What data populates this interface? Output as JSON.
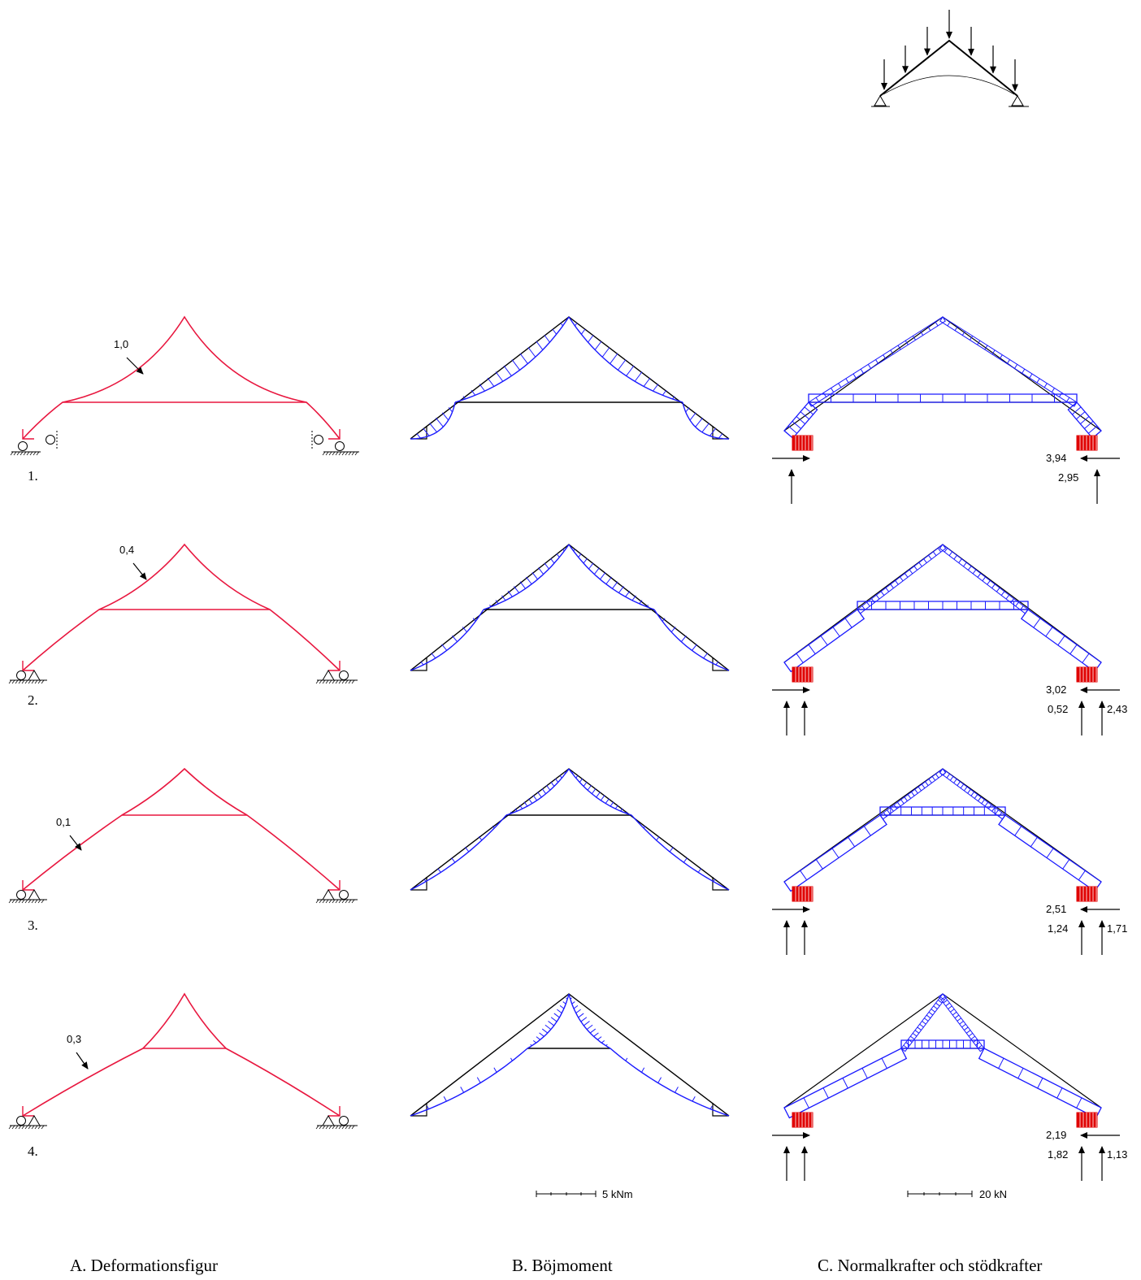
{
  "captions": {
    "a": "A. Deformationsfigur",
    "b": "B. Böjmoment",
    "c": "C. Normalkrafter och stödkrafter"
  },
  "scales": {
    "moment": "5 kNm",
    "force": "20 kN"
  },
  "colors": {
    "deformation": "#e8173f",
    "moment": "#1a1aff",
    "support_normal": "#e00000",
    "structure": "#000000"
  },
  "rows": [
    {
      "number": "1.",
      "deflection_label": "1,0",
      "support_config": "roller-and-roller",
      "forces": {
        "horizontal": "3,94",
        "vertical_a": "2,95"
      }
    },
    {
      "number": "2.",
      "deflection_label": "0,4",
      "support_config": "pin-and-roller",
      "forces": {
        "horizontal": "3,02",
        "vertical_a": "0,52",
        "vertical_b": "2,43"
      }
    },
    {
      "number": "3.",
      "deflection_label": "0,1",
      "support_config": "pin-and-roller",
      "forces": {
        "horizontal": "2,51",
        "vertical_a": "1,24",
        "vertical_b": "1,71"
      }
    },
    {
      "number": "4.",
      "deflection_label": "0,3",
      "support_config": "pin-and-roller",
      "forces": {
        "horizontal": "2,19",
        "vertical_a": "1,82",
        "vertical_b": "1,13"
      }
    }
  ]
}
